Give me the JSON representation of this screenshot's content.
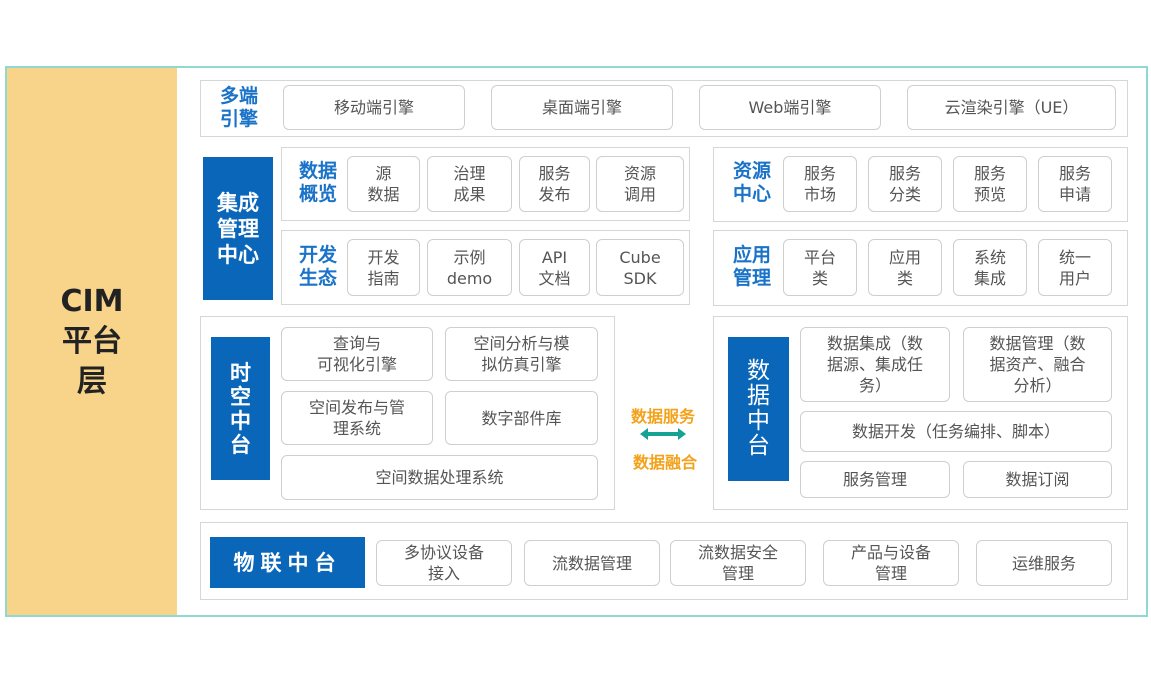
{
  "platform_label": "CIM\n平台\n层",
  "multi_engine": {
    "label": "多端\n引擎",
    "items": [
      "移动端引擎",
      "桌面端引擎",
      "Web端引擎",
      "云渲染引擎（UE）"
    ]
  },
  "integration_center": {
    "label": "集成\n管理\n中心",
    "data_overview": {
      "label": "数据\n概览",
      "items": [
        "源\n数据",
        "治理\n成果",
        "服务\n发布",
        "资源\n调用"
      ]
    },
    "dev_ecosystem": {
      "label": "开发\n生态",
      "items": [
        "开发\n指南",
        "示例\ndemo",
        "API\n文档",
        "Cube\nSDK"
      ]
    },
    "resource_center": {
      "label": "资源\n中心",
      "items": [
        "服务\n市场",
        "服务\n分类",
        "服务\n预览",
        "服务\n申请"
      ]
    },
    "app_management": {
      "label": "应用\n管理",
      "items": [
        "平台\n类",
        "应用\n类",
        "系统\n集成",
        "统一\n用户"
      ]
    }
  },
  "spatiotemporal": {
    "label": "时\n空\n中\n台",
    "items": [
      "查询与\n可视化引擎",
      "空间分析与模\n拟仿真引擎",
      "空间发布与管\n理系统",
      "数字部件库",
      "空间数据处理系统"
    ]
  },
  "link": {
    "top": "数据服务",
    "bottom": "数据融合",
    "arrow_color": "#16a394"
  },
  "data_platform": {
    "label": "数\n据\n中\n台",
    "items": [
      "数据集成（数\n据源、集成任\n务）",
      "数据管理（数\n据资产、融合\n分析）",
      "数据开发（任务编排、脚本）",
      "服务管理",
      "数据订阅"
    ]
  },
  "iot_platform": {
    "label": "物联中台",
    "items": [
      "多协议设备\n接入",
      "流数据管理",
      "流数据安全\n管理",
      "产品与设备\n管理",
      "运维服务"
    ]
  }
}
